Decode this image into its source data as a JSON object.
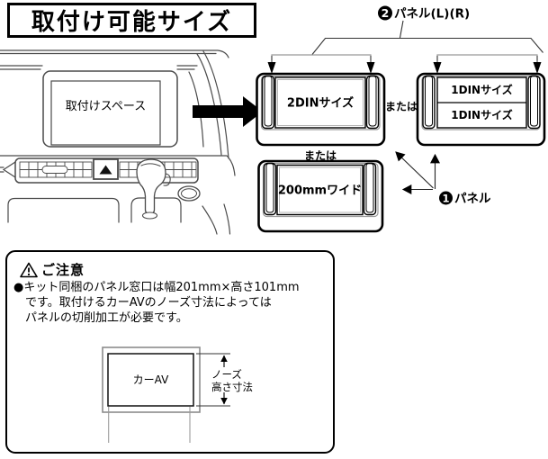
{
  "title": "取付け可能サイズ",
  "dashboard": {
    "space_label": "取付けスペース"
  },
  "panels": {
    "callout2": {
      "num": "2",
      "text": "パネル(L)(R)"
    },
    "callout1": {
      "num": "1",
      "text": "パネル"
    },
    "din2_label": "2DINサイズ",
    "din1_top_label": "1DINサイズ",
    "din1_bottom_label": "1DINサイズ",
    "wide200_label": "200mmワイド",
    "or_below_2din": "または",
    "or_between": "または"
  },
  "caution": {
    "heading": "ご注意",
    "lines": [
      "●キット同梱のパネル窓口は幅201mm×高さ101mm",
      "です。取付けるカーAVのノーズ寸法によっては",
      "パネルの切削加工が必要です。"
    ],
    "diagram": {
      "car_av": "カーAV",
      "nose_line1": "ノーズ",
      "nose_line2": "高さ寸法"
    }
  }
}
